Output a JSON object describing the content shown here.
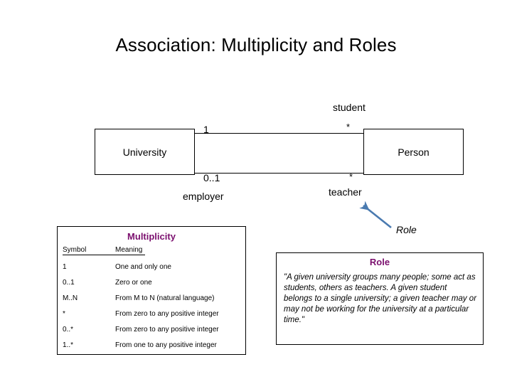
{
  "slide": {
    "title": "Association: Multiplicity and Roles",
    "background": "#ffffff",
    "accent_color": "#7b0f6e",
    "arrow_color": "#4a7ab0"
  },
  "diagram": {
    "classes": [
      {
        "name": "University"
      },
      {
        "name": "Person"
      }
    ],
    "associations": [
      {
        "source_multiplicity": "1",
        "target_multiplicity": "*",
        "target_role": "student"
      },
      {
        "source_multiplicity": "0..1",
        "source_role": "employer",
        "target_multiplicity": "*",
        "target_role": "teacher"
      }
    ],
    "callout_label": "Role"
  },
  "multiplicity_box": {
    "title": "Multiplicity",
    "headers": [
      "Symbol",
      "Meaning"
    ],
    "rows": [
      [
        "1",
        "One and only one"
      ],
      [
        "0..1",
        "Zero or one"
      ],
      [
        "M..N",
        "From M to N (natural language)"
      ],
      [
        "*",
        "From zero to any positive integer"
      ],
      [
        "0..*",
        "From zero to any positive integer"
      ],
      [
        "1..*",
        "From one to any positive integer"
      ]
    ]
  },
  "role_box": {
    "title": "Role",
    "text": "\"A given university groups many people; some act as students, others as teachers. A given student belongs to a single university; a given teacher may or may not be working for the university at a particular time.\""
  }
}
